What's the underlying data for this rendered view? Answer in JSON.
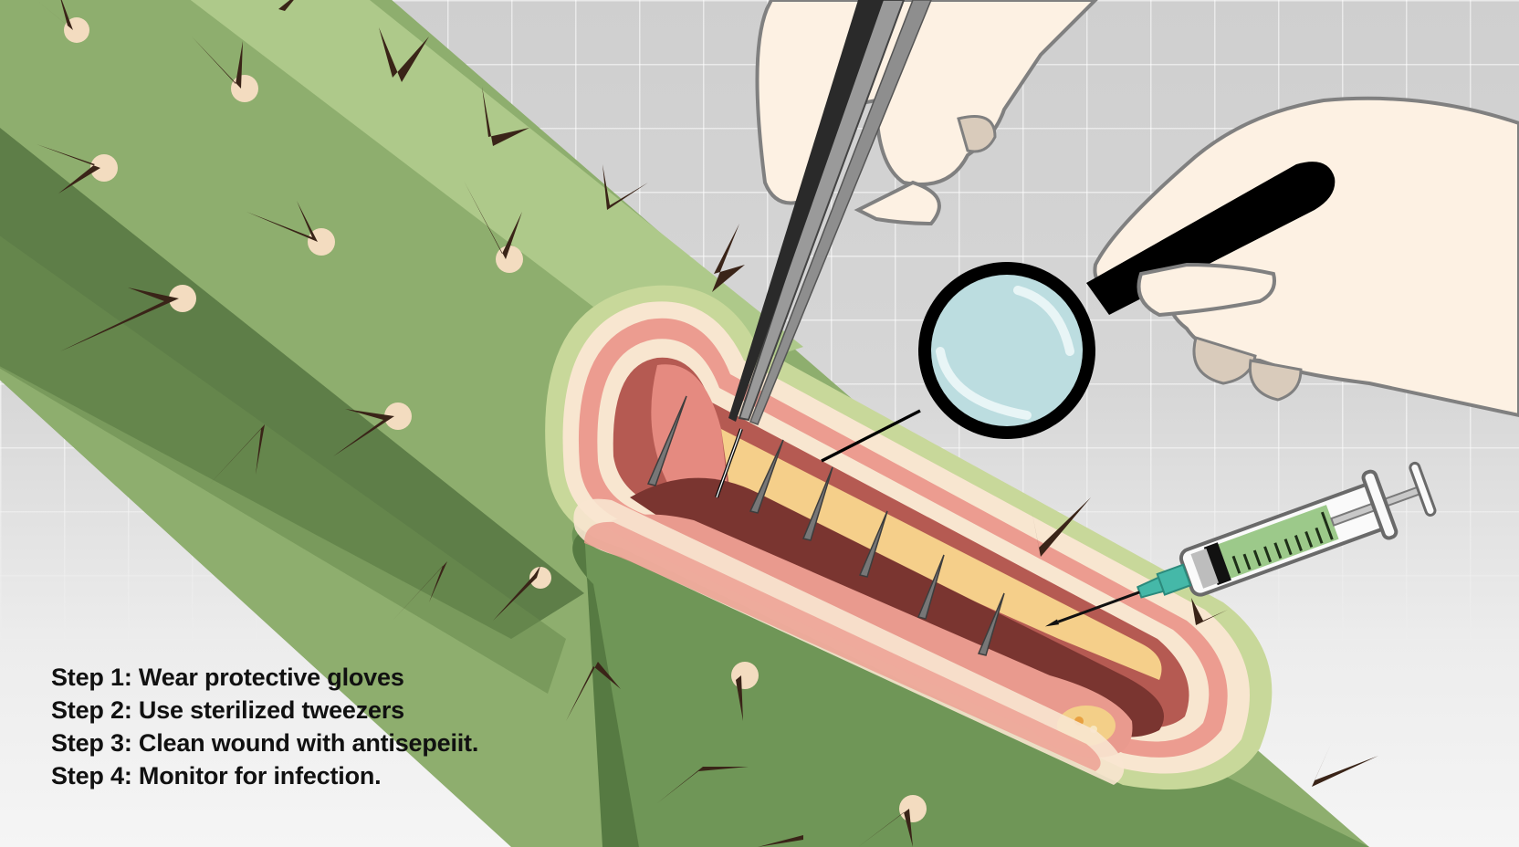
{
  "illustration": {
    "subject": "Cactus spine removal cross-section",
    "elements": [
      "cactus-stem",
      "wound-cross-section",
      "tweezers",
      "gloved-hand-left",
      "gloved-hand-right",
      "magnifying-glass",
      "syringe",
      "embedded-spines"
    ]
  },
  "steps": [
    {
      "label": "Step 1: Wear protective gloves"
    },
    {
      "label": "Step 2: Use sterilized tweezers"
    },
    {
      "label": "Step 3: Clean wound with antisepeiit."
    },
    {
      "label": "Step 4: Monitor for infection."
    }
  ],
  "colors": {
    "background": "#d2d2d2",
    "grid_line": "#e6e6e6",
    "cactus_light": "#aec98a",
    "cactus_mid": "#8eae6e",
    "cactus_dark": "#5e7e48",
    "spine": "#3a2418",
    "areole": "#f3dcc0",
    "flesh_outer": "#f8e6d0",
    "flesh_pink": "#ec9c90",
    "flesh_deep": "#b55a52",
    "flesh_dark": "#7a3530",
    "fat_yellow": "#f5cf8a",
    "glove": "#fdf1e3",
    "glove_outline": "#808080",
    "lens": "#bcdde0",
    "syringe_liquid": "#9cc98a",
    "needle_hub": "#45b8a8"
  }
}
